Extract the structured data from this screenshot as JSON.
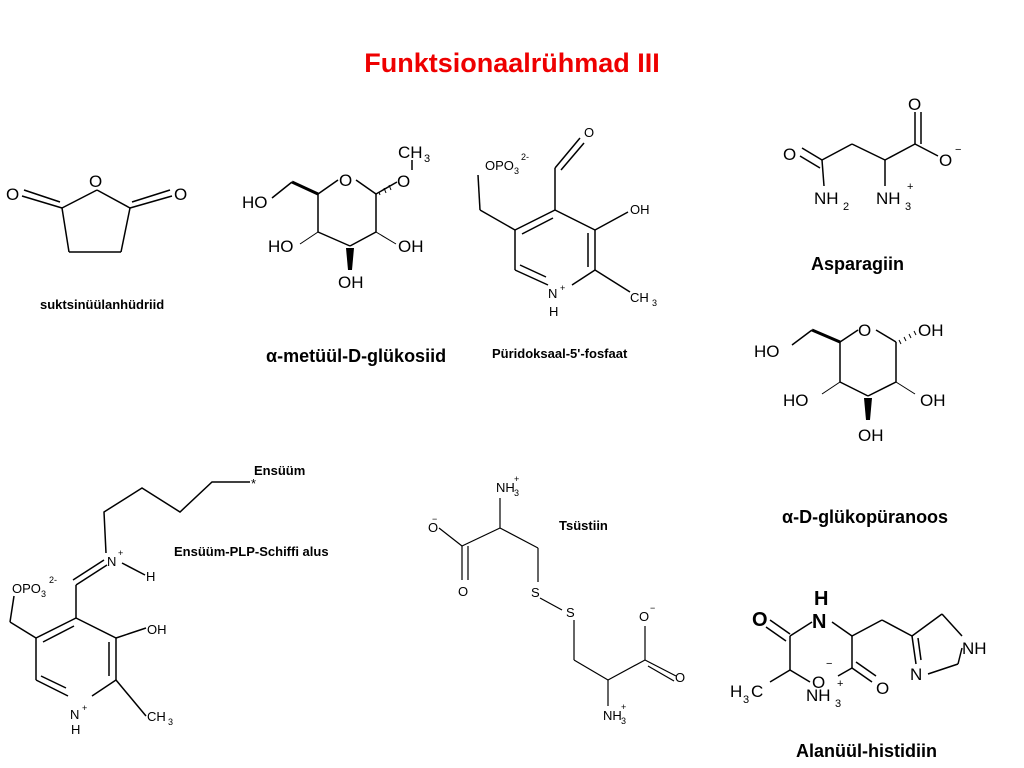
{
  "slide": {
    "title": "Funktsionaalrühmad III",
    "title_color": "#ee0000"
  },
  "molecules": {
    "succinic_anhydride": {
      "name": "suktsinüülanhüdriid"
    },
    "methyl_glucoside": {
      "name_prefix": "α",
      "name": "-metüül-D-glükosiid"
    },
    "plp": {
      "name": "Püridoksaal-5'-fosfaat"
    },
    "asparagine": {
      "name": "Asparagiin"
    },
    "glucopyranose": {
      "name_prefix": "α",
      "name": "-D-glükopüranoos"
    },
    "schiff_base": {
      "name": "Ensüüm-PLP-Schiffi alus",
      "enzyme_label": "Ensüüm"
    },
    "cystine": {
      "name": "Tsüstiin"
    },
    "ala_his": {
      "name": "Alanüül-histidiin"
    }
  },
  "atoms": {
    "O": "O",
    "OH": "OH",
    "HO": "HO",
    "H": "H",
    "N": "N",
    "NH": "NH",
    "S": "S",
    "CH": "CH",
    "H_left": "H",
    "C": "C",
    "NH2_N": "NH",
    "PO": "OPO",
    "num2": "2",
    "num3": "3",
    "plus": "+",
    "minus": "−",
    "minus2": "2-",
    "star": "*"
  }
}
